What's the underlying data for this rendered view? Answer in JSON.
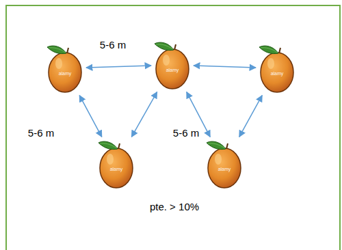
{
  "diagram": {
    "nodes": [
      {
        "text": [
          "alamy"
        ]
      },
      {
        "text": [
          "alamy"
        ]
      },
      {
        "text": [
          "alamy"
        ]
      },
      {
        "text": [
          "alamy"
        ]
      },
      {
        "text": [
          "alamy"
        ]
      }
    ],
    "edges": [
      {
        "from": 0,
        "to": 1,
        "arrow": "both",
        "label": "5-6 m"
      },
      {
        "from": 1,
        "to": 2,
        "arrow": "both"
      },
      {
        "from": 0,
        "to": 3,
        "arrow": "both",
        "label": "5-6 m"
      },
      {
        "from": 3,
        "to": 1,
        "arrow": "both"
      },
      {
        "from": 1,
        "to": 4,
        "arrow": "both",
        "label": "5-6 m"
      },
      {
        "from": 4,
        "to": 2,
        "arrow": "both"
      }
    ],
    "labels": [
      "pte. > 10%"
    ]
  }
}
